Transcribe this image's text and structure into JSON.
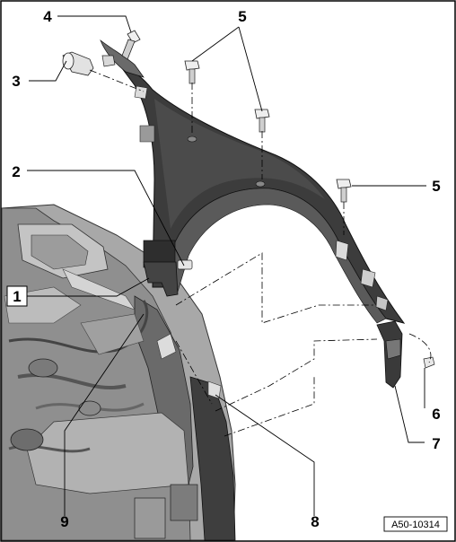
{
  "callouts": {
    "c1": "1",
    "c2": "2",
    "c3": "3",
    "c4": "4",
    "c5a": "5",
    "c5b": "5",
    "c6": "6",
    "c7": "7",
    "c8": "8",
    "c9": "9"
  },
  "figure_ref": "A50-10314",
  "colors": {
    "border": "#000000",
    "panel_dark": "#3a3a3a",
    "panel_mid": "#6e6e6e",
    "engine_gray": "#9a9a9a",
    "engine_light": "#c8c8c8",
    "engine_dark": "#555555",
    "leader": "#000000"
  }
}
